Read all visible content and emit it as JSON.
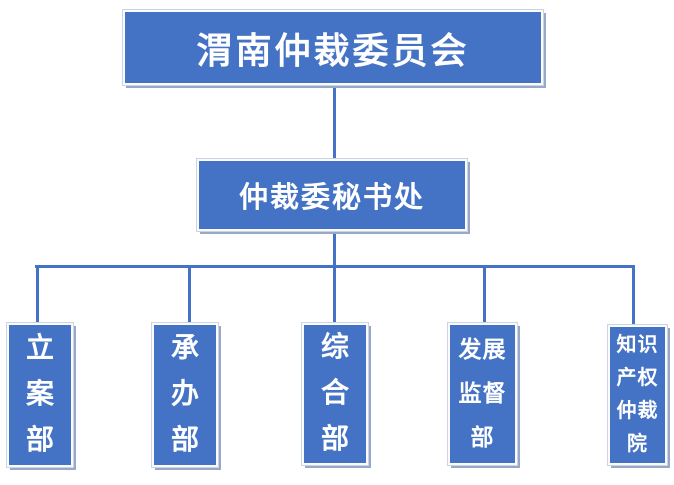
{
  "org_chart": {
    "type": "organization-chart",
    "root": {
      "label": "渭南仲裁委员会"
    },
    "secretariat": {
      "label": "仲裁委秘书处"
    },
    "departments": [
      {
        "name": "立案部",
        "display": "立\n案\n部"
      },
      {
        "name": "承办部",
        "display": "承\n办\n部"
      },
      {
        "name": "综合部",
        "display": "综\n合\n部"
      },
      {
        "name": "发展监督部",
        "display": "发展\n监督\n部"
      },
      {
        "name": "知识产权仲裁院",
        "display": "知识\n产权\n仲裁\n院"
      }
    ],
    "colors": {
      "box_fill": "#4472C4",
      "box_text": "#FFFFFF",
      "connector_line": "#4472C4",
      "box_shadow": "#9AA8C7",
      "background": "#FFFFFF"
    }
  }
}
